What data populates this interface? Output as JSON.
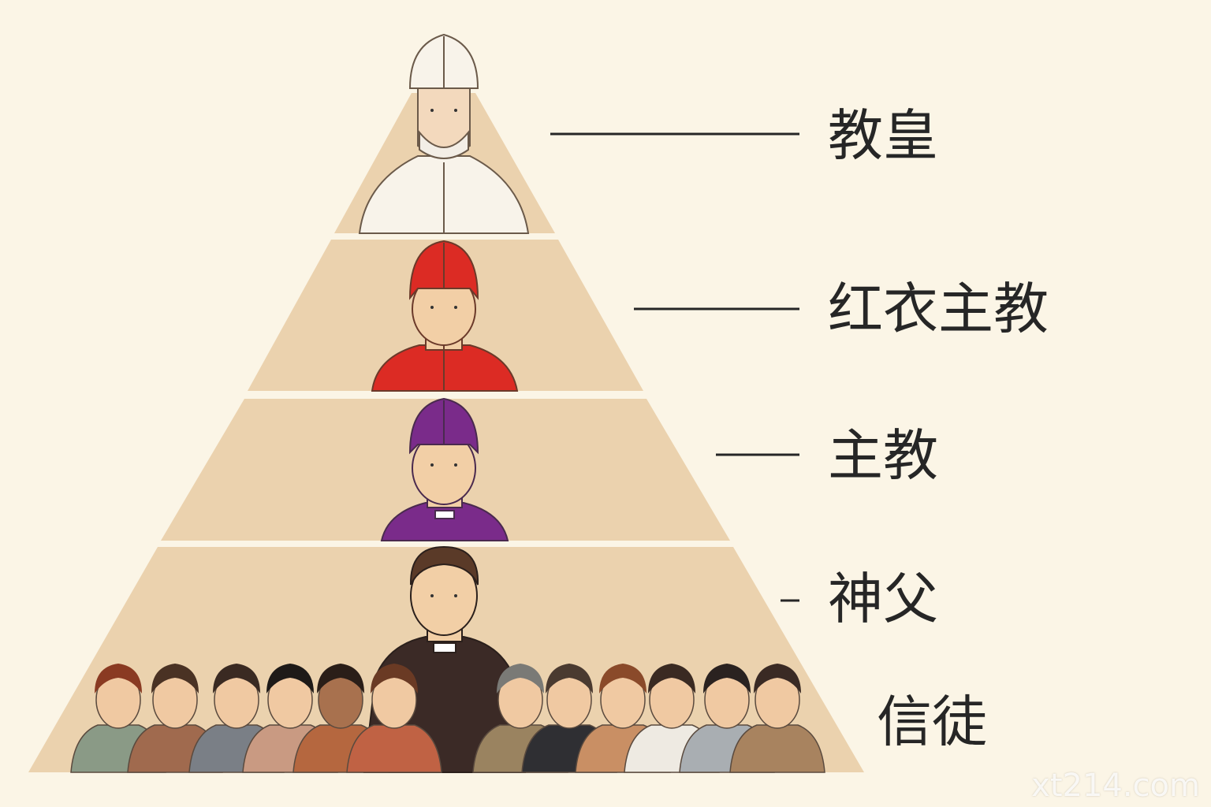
{
  "diagram": {
    "type": "hierarchy-pyramid",
    "tiers": [
      {
        "label": "教皇",
        "robe_color": "#f8f3ea",
        "hat_color": "#f8f3ea"
      },
      {
        "label": "红衣主教",
        "robe_color": "#dc2b24",
        "hat_color": "#dc2b24"
      },
      {
        "label": "主教",
        "robe_color": "#7a2b8a",
        "hat_color": "#7a2b8a"
      },
      {
        "label": "神父",
        "robe_color": "#3b2a26",
        "hat_color": ""
      }
    ],
    "base_label": "信徒",
    "tier_fill": "#ebd2ae",
    "background": "#fbf5e6",
    "crowd_colors": [
      "#8a9a86",
      "#a06a4e",
      "#7a7f86",
      "#c99a82",
      "#b5673f",
      "#c06244",
      "#9a8360",
      "#2f2f33",
      "#c98f64",
      "#eeeae2",
      "#a9aeb2",
      "#a8835f"
    ]
  },
  "watermark": "xt214.com"
}
